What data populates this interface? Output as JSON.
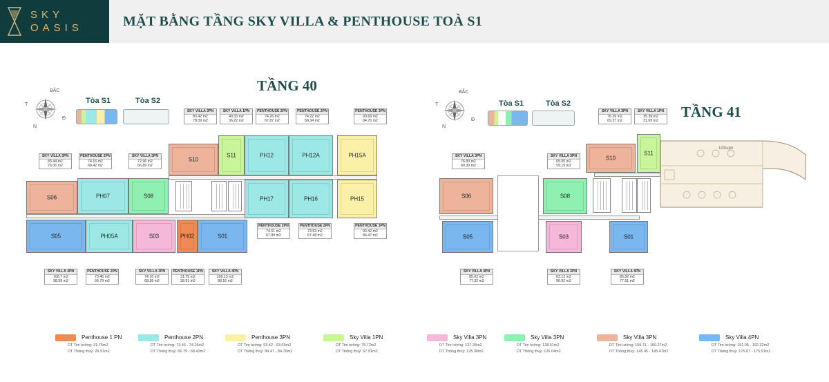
{
  "header": {
    "logo_line1": "SKY",
    "logo_line2": "OASIS",
    "title": "MẶT BẰNG TẦNG SKY VILLA & PENTHOUSE TOÀ S1"
  },
  "colors": {
    "penthouse_1pn": "#f08a55",
    "penthouse_2pn": "#9ee7e7",
    "penthouse_3pn": "#fbf0a8",
    "sky_villa_1pn": "#c9f59a",
    "sky_villa_3pn_pink": "#f5b8d8",
    "sky_villa_3pn_green": "#8ff0b2",
    "sky_villa_3pn_salmon": "#edb39b",
    "sky_villa_4pn": "#79b7ee",
    "header_dark": "#103c3e",
    "title_teal": "#1f4d4c"
  },
  "floor40": {
    "title": "TẦNG 40",
    "compass": {
      "n": "BẮC",
      "w": "T",
      "s": "N",
      "e": "Đ"
    },
    "towers": {
      "s1": "Tòa S1",
      "s2": "Tòa S2"
    },
    "units": [
      {
        "code": "S10",
        "type": "SKY VILLA 3PN",
        "a": "83.42 m2",
        "b": "78.09 m2"
      },
      {
        "code": "S11",
        "type": "SKY VILLA 1PN",
        "a": "40.33 m2",
        "b": "36.22 m2"
      },
      {
        "code": "PH12",
        "type": "PENTHOUSE 2PN",
        "a": "74.26 m2",
        "b": "67.87 m2"
      },
      {
        "code": "PH12A",
        "type": "PENTHOUSE 2PN",
        "a": "74.22 m2",
        "b": "68.34 m2"
      },
      {
        "code": "PH15A",
        "type": "PENTHOUSE 3PN",
        "a": "93.69 m2",
        "b": "84.76 m2"
      },
      {
        "code": "S06",
        "type": "SKY VILLA 3PN",
        "a": "83.44 m2",
        "b": "76.06 m2"
      },
      {
        "code": "PH07",
        "type": "PENTHOUSE 2PN",
        "a": "74.16 m2",
        "b": "68.42 m2"
      },
      {
        "code": "S08",
        "type": "SKY VILLA 3PN",
        "a": "72.96 m2",
        "b": "66.89 m2"
      },
      {
        "code": "PH17",
        "type": "PENTHOUSE 2PN",
        "a": "74.61 m2",
        "b": "67.89 m2"
      },
      {
        "code": "PH16",
        "type": "PENTHOUSE 2PN",
        "a": "73.53 m2",
        "b": "67.48 m2"
      },
      {
        "code": "PH15",
        "type": "PENTHOUSE 3PN",
        "a": "93.42 m2",
        "b": "84.47 m2"
      },
      {
        "code": "S05",
        "type": "SKY VILLA 4PN",
        "a": "106.7 m2",
        "b": "98.59 m2"
      },
      {
        "code": "PH05A",
        "type": "PENTHOUSE 2PN",
        "a": "73.46 m2",
        "b": "66.79 m2"
      },
      {
        "code": "S03",
        "type": "SKY VILLA 3PN",
        "a": "74.16 m2",
        "b": "68.28 m2"
      },
      {
        "code": "PH02",
        "type": "PENTHOUSE 1PN",
        "a": "31.75 m2",
        "b": "28.91 m2"
      },
      {
        "code": "S01",
        "type": "SKY VILLA 4PN",
        "a": "106.13 m2",
        "b": "98.16 m2"
      }
    ]
  },
  "floor41": {
    "title": "TẦNG 41",
    "compass": {
      "n": "BẮC",
      "w": "T",
      "s": "N",
      "e": "Đ"
    },
    "towers": {
      "s1": "Tòa S1",
      "s2": "Tòa S2"
    },
    "units": [
      {
        "code": "S10",
        "type": "SKY VILLA 3PN",
        "a": "76.29 m2",
        "b": "69.37 m2"
      },
      {
        "code": "S11",
        "type": "SKY VILLA 1PN",
        "a": "35.39 m2",
        "b": "31.69 m2"
      },
      {
        "code": "S06",
        "type": "SKY VILLA 3PN",
        "a": "76.83 m2",
        "b": "69.39 m2"
      },
      {
        "code": "S08",
        "type": "SKY VILLA 3PN",
        "a": "65.05 m2",
        "b": "59.15 m2"
      },
      {
        "code": "S05",
        "type": "SKY VILLA 4PN",
        "a": "85.62 m2",
        "b": "77.32 m2"
      },
      {
        "code": "S03",
        "type": "SKY VILLA 3PN",
        "a": "63.12 m2",
        "b": "56.92 m2"
      },
      {
        "code": "S01",
        "type": "SKY VILLA 4PN",
        "a": "85.82 m2",
        "b": "77.51 m2"
      }
    ],
    "terrace_label": "103sqm"
  },
  "legend": [
    {
      "name": "Penthouse 1 PN",
      "a": "DT Tim tường: 31.75m2",
      "b": "DT Thông thuỷ: 28.91m2",
      "color": "#f08a55"
    },
    {
      "name": "Penthouse 2PN",
      "a": "DT Tim tường: 73.46 - 74.26m2",
      "b": "DT Thông thuỷ: 66.79 - 68.42m2",
      "color": "#9ee7e7"
    },
    {
      "name": "Penthouse 3PN",
      "a": "DT Tim tường: 93.42 - 93.65m2",
      "b": "DT Thông thuỷ: 84.47 - 84.76m2",
      "color": "#fbf0a8"
    },
    {
      "name": "Sky Villa 1PN",
      "a": "DT Tim tường: 75.72m2",
      "b": "DT Thông thuỷ: 67.91m2",
      "color": "#c9f59a"
    },
    {
      "name": "Sky Villa 3PN",
      "a": "DT Tim tường: 137.28m2",
      "b": "DT Thông thuỷ: 125.30m2",
      "color": "#f5b8d8"
    },
    {
      "name": "Sky Villa 3PN",
      "a": "DT Tim tường: 138.51m2",
      "b": "DT Thông thuỷ: 126.04m2",
      "color": "#8ff0b2"
    },
    {
      "name": "Sky Villa 3PN",
      "a": "DT Tim tường: 159.71 - 160.27m2",
      "b": "DT Thông thuỷ: 145.45 - 145.47m2",
      "color": "#edb39b"
    },
    {
      "name": "Sky Villa 4PN",
      "a": "DT Tim tường: 191.95 - 192.32m2",
      "b": "DT Thông thuỷ: 175.67 - 175.91m2",
      "color": "#79b7ee"
    }
  ]
}
